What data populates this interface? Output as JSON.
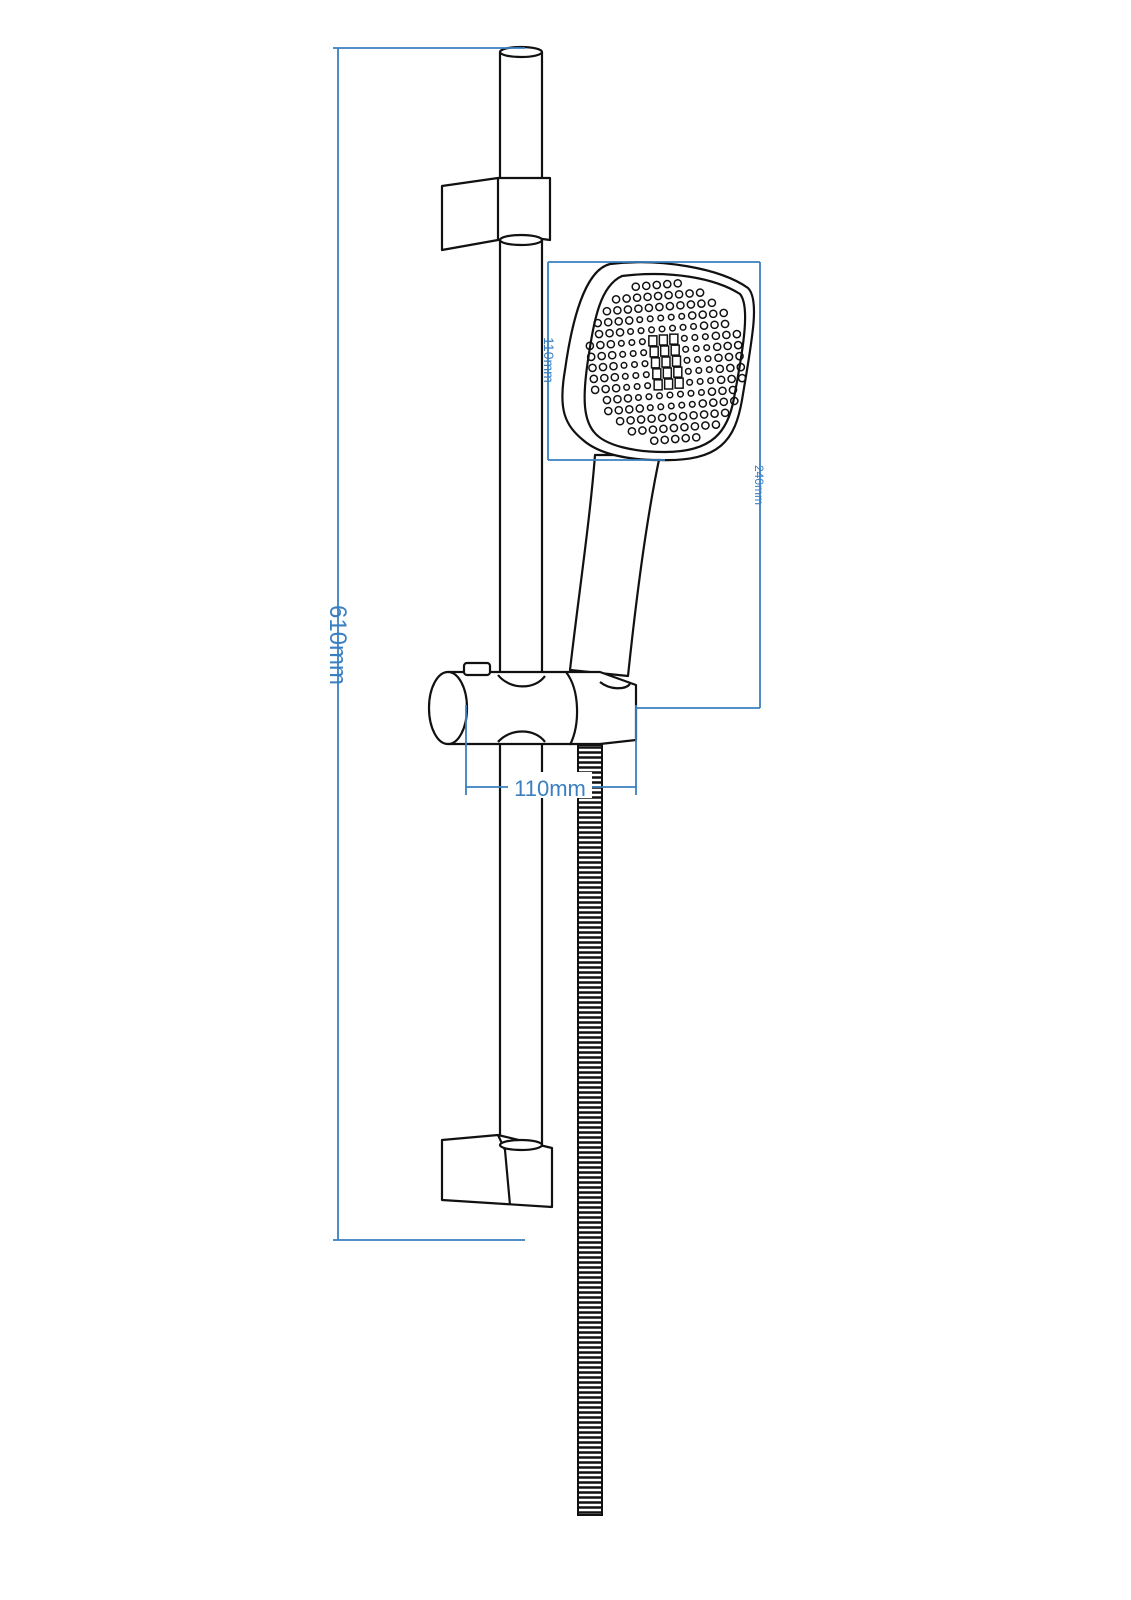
{
  "diagram": {
    "title": "Shower slide rail set dimension drawing",
    "dimensions": {
      "rail_height": "610mm",
      "head_width": "110mm",
      "handset_length": "240mm",
      "slider_depth": "110mm"
    },
    "colors": {
      "dimension": "#3a7fc1",
      "outline": "#111111"
    }
  }
}
